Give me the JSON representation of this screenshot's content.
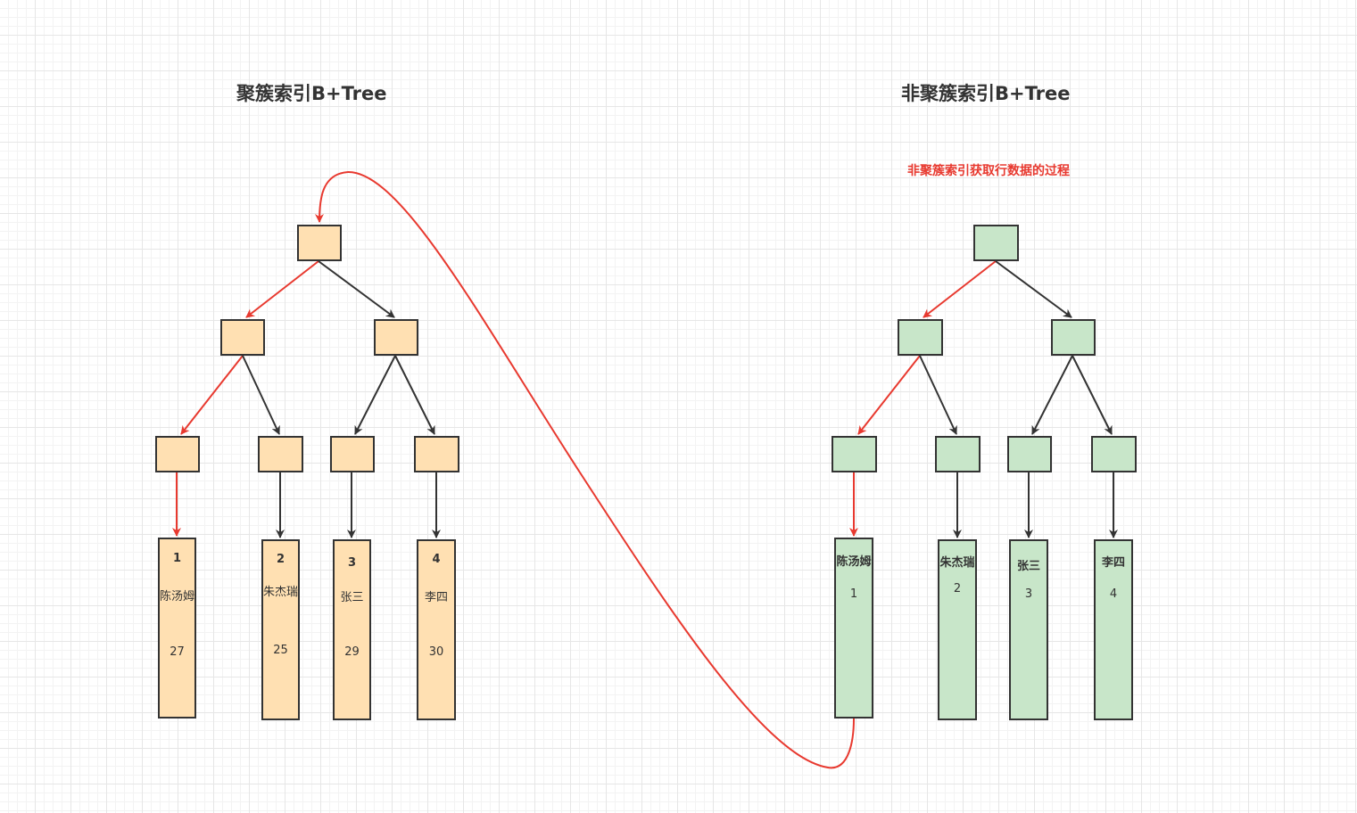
{
  "clustered": {
    "title": "聚簇索引B+Tree",
    "leaves": [
      {
        "id": "1",
        "name": "陈汤姆",
        "age": "27"
      },
      {
        "id": "2",
        "name": "朱杰瑞",
        "age": "25"
      },
      {
        "id": "3",
        "name": "张三",
        "age": "29"
      },
      {
        "id": "4",
        "name": "李四",
        "age": "30"
      }
    ],
    "color": "#ffe0b2"
  },
  "nonclustered": {
    "title": "非聚簇索引B+Tree",
    "subtitle": "非聚簇索引获取行数据的过程",
    "leaves": [
      {
        "key": "陈汤姆",
        "pk": "1"
      },
      {
        "key": "朱杰瑞",
        "pk": "2"
      },
      {
        "key": "张三",
        "pk": "3"
      },
      {
        "key": "李四",
        "pk": "4"
      }
    ],
    "color": "#c8e6c9"
  },
  "colors": {
    "highlight_path": "#e8392f",
    "edge": "#333333",
    "border": "#333333"
  }
}
